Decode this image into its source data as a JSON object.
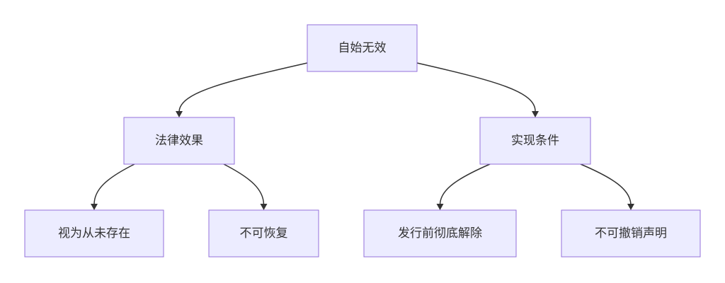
{
  "diagram": {
    "type": "tree",
    "nodes": {
      "root": {
        "label": "自始无效"
      },
      "legal_effect": {
        "label": "法律效果"
      },
      "realization": {
        "label": "实现条件"
      },
      "void_never_existed": {
        "label": "视为从未存在"
      },
      "irrecoverable": {
        "label": "不可恢复"
      },
      "thorough_removal": {
        "label": "发行前彻底解除"
      },
      "irrevocable": {
        "label": "不可撤销声明"
      }
    },
    "edges": [
      {
        "from": "root",
        "to": "legal_effect"
      },
      {
        "from": "root",
        "to": "realization"
      },
      {
        "from": "legal_effect",
        "to": "void_never_existed"
      },
      {
        "from": "legal_effect",
        "to": "irrecoverable"
      },
      {
        "from": "realization",
        "to": "thorough_removal"
      },
      {
        "from": "realization",
        "to": "irrevocable"
      }
    ],
    "colors": {
      "node_fill": "#ECECFF",
      "node_border": "#9370DB",
      "edge": "#333333",
      "text": "#333333"
    }
  }
}
